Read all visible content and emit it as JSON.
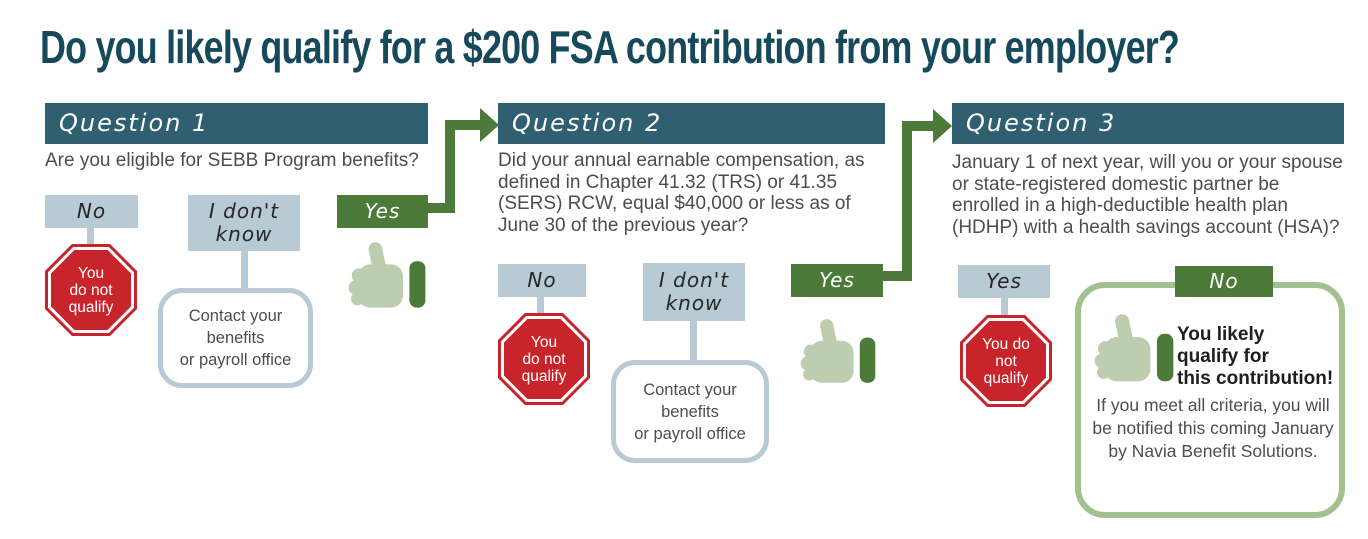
{
  "title": "Do you likely qualify for a $200 FSA contribution from your employer?",
  "colors": {
    "header_teal": "#2F5F70",
    "title_teal": "#17495D",
    "answer_gray": "#B8CAD3",
    "yes_green": "#4C7A38",
    "thumb_sage": "#BCCDB0",
    "success_border": "#A2C18E",
    "stop_red": "#C8242C",
    "body_text": "#4D4D4D"
  },
  "q1": {
    "header": "Question 1",
    "question": "Are you eligible for SEBB Program benefits?",
    "no_label": "No",
    "dont_know_label": "I don't know",
    "yes_label": "Yes",
    "stop_lines": [
      "You",
      "do not",
      "qualify"
    ],
    "contact_lines": [
      "Contact your",
      "benefits",
      "or payroll office"
    ]
  },
  "q2": {
    "header": "Question 2",
    "question": "Did your annual earnable compensation, as defined in Chapter 41.32 (TRS) or 41.35 (SERS) RCW, equal $40,000 or less as of June 30 of the previous year?",
    "no_label": "No",
    "dont_know_label": "I don't know",
    "yes_label": "Yes",
    "stop_lines": [
      "You",
      "do not",
      "qualify"
    ],
    "contact_lines": [
      "Contact your",
      "benefits",
      "or payroll office"
    ]
  },
  "q3": {
    "header": "Question 3",
    "question": "January 1 of next year, will you or your spouse or state-registered domestic partner be enrolled in a high-deductible health plan (HDHP) with a health savings account (HSA)?",
    "yes_label": "Yes",
    "no_label": "No",
    "stop_lines": [
      "You do",
      "not",
      "qualify"
    ],
    "success": {
      "headline_lines": [
        "You likely",
        "qualify for",
        "this contribution!"
      ],
      "body": "If you meet all criteria, you will be notified this coming January by Navia Benefit Solutions."
    }
  }
}
